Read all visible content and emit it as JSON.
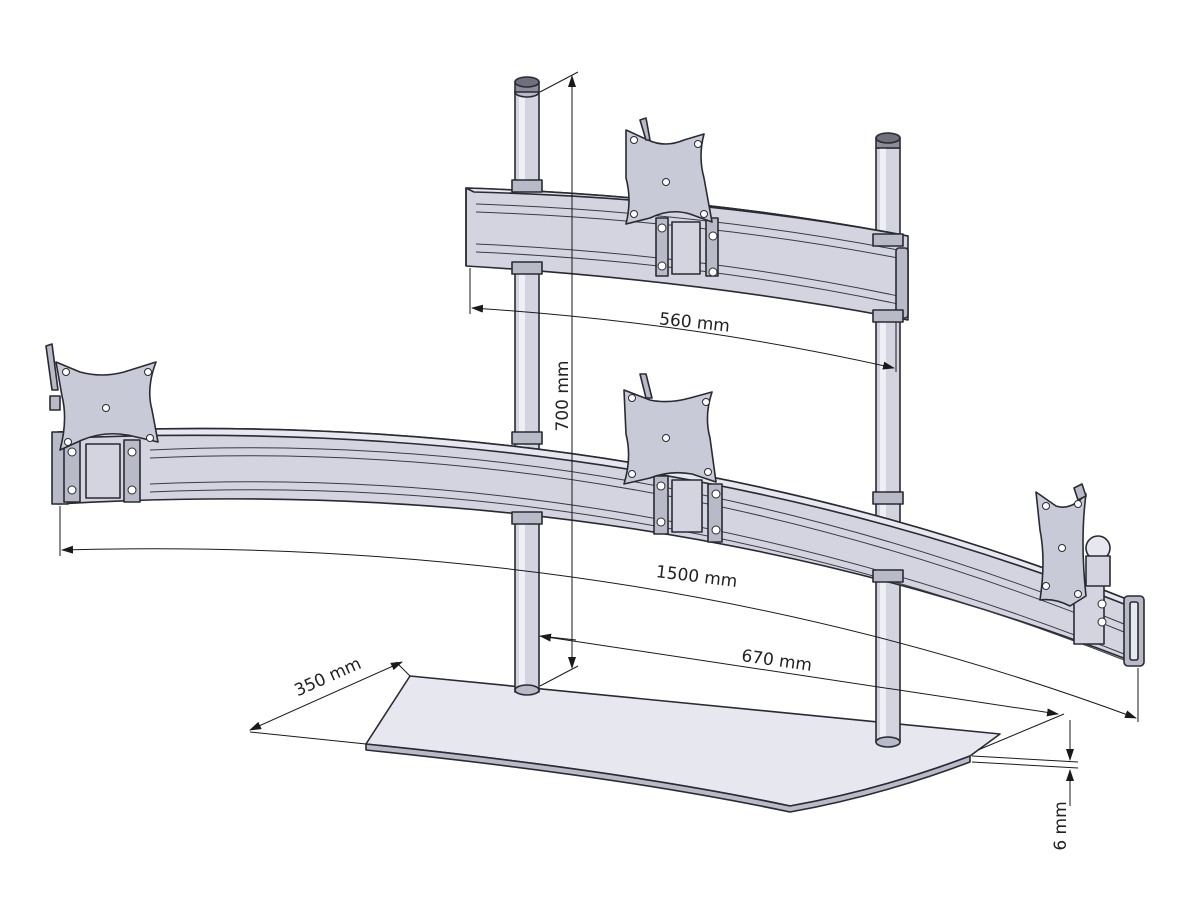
{
  "dimensions": {
    "height_total": "700 mm",
    "upper_arm_span": "560 mm",
    "lower_arm_span": "1500 mm",
    "base_width": "670 mm",
    "base_depth": "350 mm",
    "base_thickness": "6 mm"
  },
  "parts": {
    "poles": 2,
    "arms": 2,
    "vesa_mounts": 4,
    "base_plates": 1
  },
  "colors": {
    "metal": "#d3d4e0",
    "outline": "#2a2a33",
    "background": "#ffffff"
  }
}
